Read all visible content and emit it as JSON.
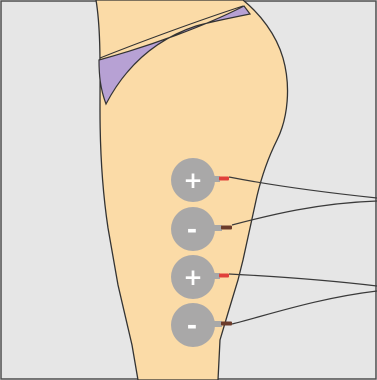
{
  "colors": {
    "background": "#e6e6e6",
    "border": "#4d4d4d",
    "skin": "#fbdba7",
    "outline": "#333333",
    "underwear": "#b7a1d4",
    "electrode": "#a9a8a8",
    "wire_positive": "#e0403a",
    "wire_negative": "#6b3b2a",
    "connector": "#a8a8a8",
    "wire": "#3a3a3a"
  },
  "electrodes": [
    {
      "label": "+",
      "polarity": "positive"
    },
    {
      "label": "-",
      "polarity": "negative"
    },
    {
      "label": "+",
      "polarity": "positive"
    },
    {
      "label": "-",
      "polarity": "negative"
    }
  ]
}
